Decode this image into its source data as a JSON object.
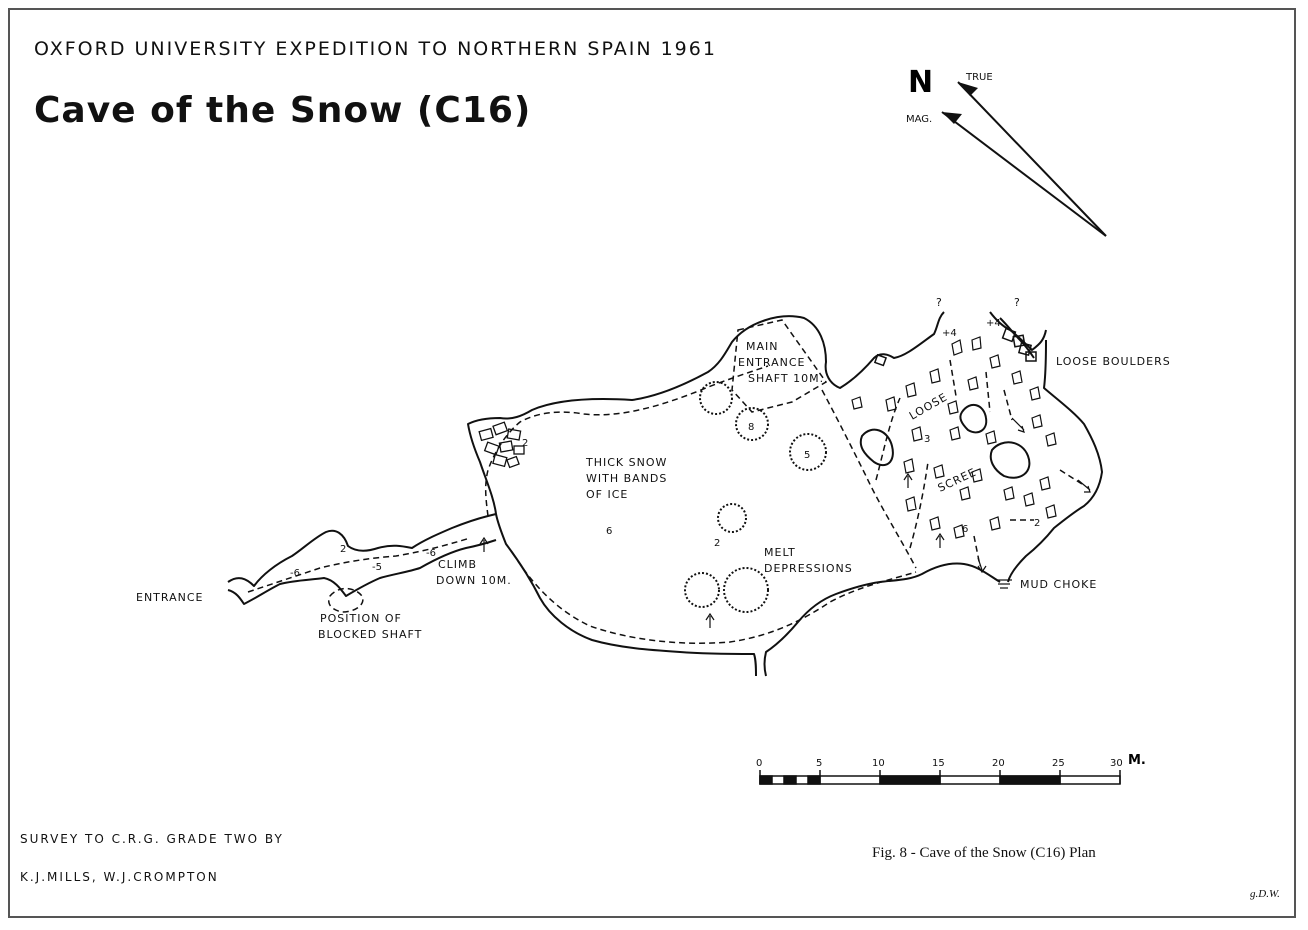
{
  "header": "OXFORD UNIVERSITY EXPEDITION TO NORTHERN SPAIN 1961",
  "title": "Cave of the Snow (C16)",
  "north": {
    "letter": "N",
    "true_label": "TRUE",
    "mag_label": "MAG."
  },
  "labels": {
    "main_entrance": [
      "MAIN",
      "ENTRANCE",
      "SHAFT 10M."
    ],
    "thick_snow": [
      "THICK SNOW",
      "WITH BANDS",
      "OF ICE"
    ],
    "melt": [
      "MELT",
      "DEPRESSIONS"
    ],
    "entrance": "ENTRANCE",
    "climb_down": [
      "CLIMB",
      "DOWN 10M."
    ],
    "blocked_shaft": [
      "POSITION OF",
      "BLOCKED SHAFT"
    ],
    "loose_boulders": "LOOSE BOULDERS",
    "mud_choke": "MUD CHOKE",
    "loose": "LOOSE",
    "scree": "SCREE",
    "question": "?"
  },
  "depths": {
    "d_minus6_a": "-6",
    "d_minus5": "-5",
    "d_minus6_b": "-6",
    "d_2_passage": "2",
    "d_2_chamber": "2",
    "d_8": "8",
    "d_5": "5",
    "d_6": "6",
    "d_2_snow": "2",
    "d_plus4_a": "+4",
    "d_plus4_b": "+4",
    "d_3": "3",
    "d_6_scree": "6",
    "d_2_scree": "2"
  },
  "scale": {
    "ticks": [
      "0",
      "5",
      "10",
      "15",
      "20",
      "25",
      "30"
    ],
    "unit": "M."
  },
  "credits": [
    "SURVEY TO C.R.G. GRADE TWO BY",
    "K.J.MILLS, W.J.CROMPTON"
  ],
  "caption": "Fig. 8 - Cave of the Snow (C16) Plan",
  "initials": "g.D.W."
}
